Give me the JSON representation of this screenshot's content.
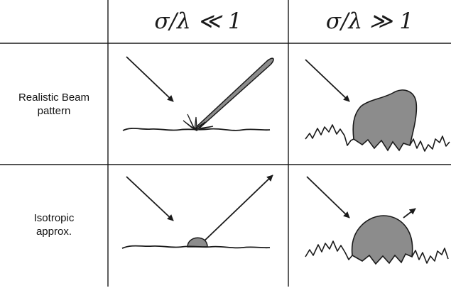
{
  "headers": {
    "col_left": "σ/λ ≪ 1",
    "col_right": "σ/λ ≫ 1"
  },
  "rows": [
    {
      "label_line1": "Realistic Beam",
      "label_line2": "pattern"
    },
    {
      "label_line1": "Isotropic",
      "label_line2": "approx."
    }
  ],
  "colors": {
    "line": "#1a1a1a",
    "fill": "#8c8c8c"
  }
}
